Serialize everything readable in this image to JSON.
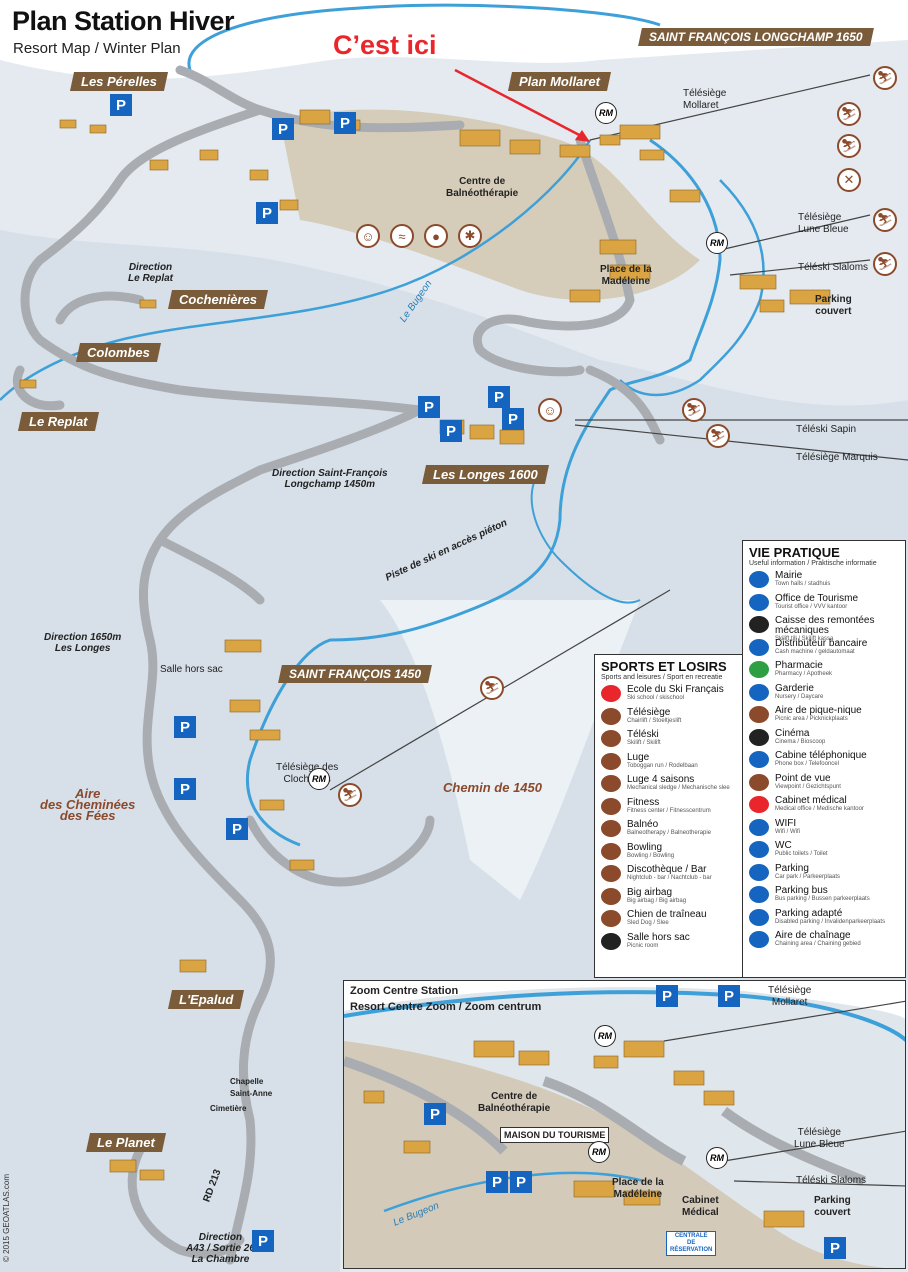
{
  "header": {
    "title": "Plan Station Hiver",
    "subtitle": "Resort Map / Winter Plan"
  },
  "marker": {
    "text": "C’est ici",
    "color": "#e8262b"
  },
  "colors": {
    "snow": "#dde5ec",
    "road": "#a9adb1",
    "river": "#3ea0d8",
    "building": "#d9a441",
    "banner": "#7a5c3a",
    "parking": "#1565c0",
    "picto": "#8b4a2b"
  },
  "banners": {
    "longchamp": "SAINT FRANÇOIS LONGCHAMP 1650",
    "perelles": "Les Pérelles",
    "mollaret": "Plan Mollaret",
    "cochenieres": "Cochenières",
    "colombes": "Colombes",
    "replat": "Le Replat",
    "longes": "Les Longes 1600",
    "sf1450": "SAINT FRANÇOIS 1450",
    "epalud": "L'Epalud",
    "planet": "Le Planet"
  },
  "labels": {
    "telesiege_mollaret": "Télésiège\nMollaret",
    "balneo": "Centre de\nBalnéothérapie",
    "dir_replat": "Direction\nLe Replat",
    "telesiege_lune": "Télésiège\nLune Bleue",
    "teleski_slaloms": "Téléski Slaloms",
    "parking_couvert": "Parking\ncouvert",
    "madeleine": "Place de la\nMadéleine",
    "bugeon": "Le Bugeon",
    "teleski_sapin": "Téléski Sapin",
    "telesiege_marquis": "Télésiège Marquis",
    "dir_sf": "Direction Saint-François\nLongchamp 1450m",
    "piste": "Piste de ski en accès piéton",
    "dir_1650": "Direction 1650m\nLes Longes",
    "salle_hors_sac": "Salle hors sac",
    "clochettes": "Télésiège des\nClochettes",
    "chemin": "Chemin de 1450",
    "cheminees": "Aire\ndes Cheminées\ndes Fées",
    "chapelle": "Chapelle\nSaint-Anne",
    "cimetiere": "Cimetière",
    "rd213": "RD 213",
    "dir_a43": "Direction\nA43 / Sortie 26\nLa Chambre",
    "copyright": "© 2015 GEOATLAS.com"
  },
  "sports": {
    "title": "SPORTS ET LOSIRS",
    "subtitle": "Sports and leisures / Sport en recreatie",
    "items": [
      {
        "t": "Ecole du Ski Français",
        "s": "Ski school / skischool",
        "c": "#e8262b"
      },
      {
        "t": "Télésiège",
        "s": "Chairlift / Stoeltjeslift",
        "c": "#8b4a2b"
      },
      {
        "t": "Téléski",
        "s": "Skilift / Skilift",
        "c": "#8b4a2b"
      },
      {
        "t": "Luge",
        "s": "Toboggan run / Rodelbaan",
        "c": "#8b4a2b"
      },
      {
        "t": "Luge 4 saisons",
        "s": "Mechanical sledge / Mechanische slee",
        "c": "#8b4a2b"
      },
      {
        "t": "Fitness",
        "s": "Fitness center / Fitnesscentrum",
        "c": "#8b4a2b"
      },
      {
        "t": "Balnéo",
        "s": "Balneotherapy / Balneotherapie",
        "c": "#8b4a2b"
      },
      {
        "t": "Bowling",
        "s": "Bowling / Bowling",
        "c": "#8b4a2b"
      },
      {
        "t": "Discothèque / Bar",
        "s": "Nightclub - bar / Nachtclub - bar",
        "c": "#8b4a2b"
      },
      {
        "t": "Big airbag",
        "s": "Big airbag / Big airbag",
        "c": "#8b4a2b"
      },
      {
        "t": "Chien de traîneau",
        "s": "Sled Dog / Slee",
        "c": "#8b4a2b"
      },
      {
        "t": "Salle hors sac",
        "s": "Picnic room",
        "c": "#222222"
      }
    ]
  },
  "vie": {
    "title": "VIE PRATIQUE",
    "subtitle": "Useful information / Praktische informatie",
    "items": [
      {
        "t": "Mairie",
        "s": "Town halls / stadhuis",
        "c": "#1565c0"
      },
      {
        "t": "Office de Tourisme",
        "s": "Tourist office / VVV kantoor",
        "c": "#1565c0"
      },
      {
        "t": "Caisse des remontées mécaniques",
        "s": "Skilift till / Skilift kassa",
        "c": "#222222"
      },
      {
        "t": "Distributeur bancaire",
        "s": "Cash machine / geldautomaat",
        "c": "#1565c0"
      },
      {
        "t": "Pharmacie",
        "s": "Pharmacy / Apotheek",
        "c": "#2ea043"
      },
      {
        "t": "Garderie",
        "s": "Nursery / Daycare",
        "c": "#1565c0"
      },
      {
        "t": "Aire de pique-nique",
        "s": "Picnic area / Picknickplaats",
        "c": "#8b4a2b"
      },
      {
        "t": "Cinéma",
        "s": "Cinema / Bioscoop",
        "c": "#222222"
      },
      {
        "t": "Cabine téléphonique",
        "s": "Phone box / Telefooncel",
        "c": "#1565c0"
      },
      {
        "t": "Point de vue",
        "s": "Viewpoint / Gezichtspunt",
        "c": "#8b4a2b"
      },
      {
        "t": "Cabinet médical",
        "s": "Medical office / Medische kantoor",
        "c": "#e8262b"
      },
      {
        "t": "WIFI",
        "s": "Wifi / Wifi",
        "c": "#1565c0"
      },
      {
        "t": "WC",
        "s": "Public toilets / Toilet",
        "c": "#1565c0"
      },
      {
        "t": "Parking",
        "s": "Car park / Parkeerplaats",
        "c": "#1565c0"
      },
      {
        "t": "Parking bus",
        "s": "Bus parking / Bussen parkeerplaats",
        "c": "#1565c0"
      },
      {
        "t": "Parking adapté",
        "s": "Disabled parking / Invalidenparkeerplaats",
        "c": "#1565c0"
      },
      {
        "t": "Aire de chaînage",
        "s": "Chaining area / Chaining gebied",
        "c": "#1565c0"
      }
    ]
  },
  "zoom": {
    "title": "Zoom Centre Station",
    "subtitle": "Resort Centre Zoom / Zoom centrum",
    "maison": "MAISON DU TOURISME",
    "balneo": "Centre de\nBalnéothérapie",
    "mollaret": "Télésiège\nMollaret",
    "lune": "Télésiège\nLune Bleue",
    "slaloms": "Téléski Slaloms",
    "couvert": "Parking\ncouvert",
    "madeleine": "Place de la\nMadéleine",
    "cabinet": "Cabinet\nMédical",
    "bugeon": "Le Bugeon",
    "centrale": "CENTRALE\nDE\nRÉSERVATION"
  },
  "icons": {
    "parking": "P",
    "rm": "RM",
    "picto": "ski-lift-icon"
  }
}
